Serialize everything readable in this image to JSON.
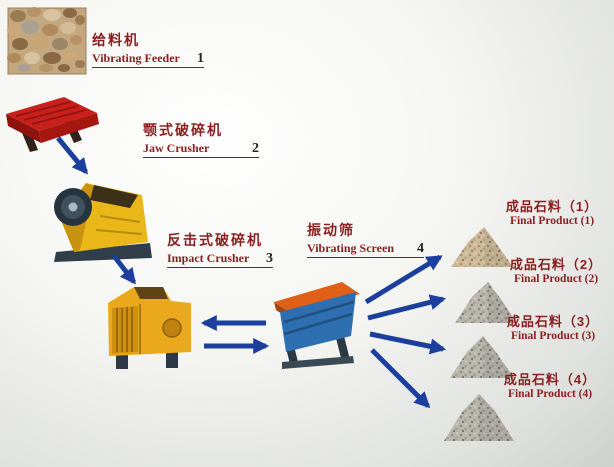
{
  "nodes": [
    {
      "zh": "给料机",
      "en": "Vibrating Feeder",
      "num": "1"
    },
    {
      "zh": "颚式破碎机",
      "en": "Jaw Crusher",
      "num": "2"
    },
    {
      "zh": "反击式破碎机",
      "en": "Impact Crusher",
      "num": "3"
    },
    {
      "zh": "振动筛",
      "en": "Vibrating Screen",
      "num": "4"
    }
  ],
  "products": [
    {
      "zh": "成品石料（1）",
      "en": "Final Product (1)"
    },
    {
      "zh": "成品石料（2）",
      "en": "Final Product (2)"
    },
    {
      "zh": "成品石料（3）",
      "en": "Final Product (3)"
    },
    {
      "zh": "成品石料（4）",
      "en": "Final Product (4)"
    }
  ],
  "colors": {
    "arrow": "#1c3f9e",
    "label_zh": "#8a1f1f",
    "label_en": "#8a1f1f",
    "number": "#222222"
  }
}
